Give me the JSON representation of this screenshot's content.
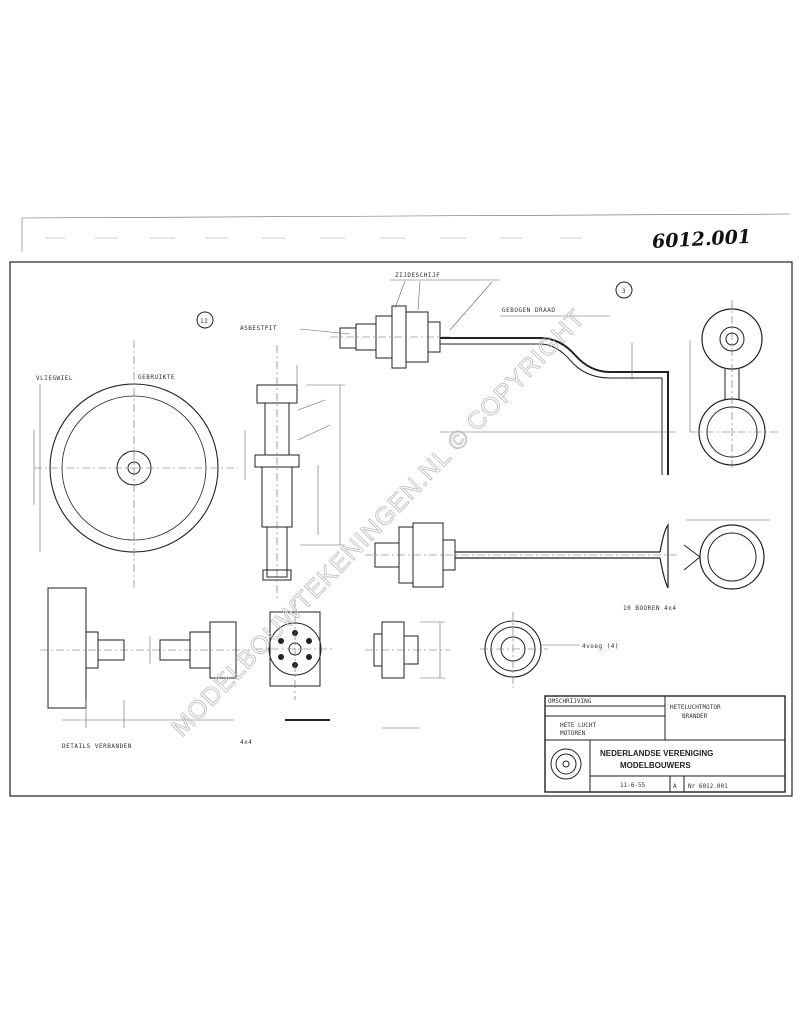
{
  "drawing_number_top": "6012.001",
  "view_numbers": [
    "12",
    "3"
  ],
  "labels": {
    "vliegwiel": "VLIEGWIEL",
    "gebruikte": "GEBRUIKTE",
    "zijdeschijf": "ZIJDESCHIJF",
    "asbestpit": "ASBESTPIT",
    "gebogen_draad": "GEBOGEN  DRAAD",
    "details_verbanden": "DETAILS  VERBANDEN",
    "aantal_10": "10 BOOREN  4x4",
    "gat_4x4": "4x4",
    "schuif": "4voeg (4)"
  },
  "title_block": {
    "row1_left": "OMSCHRIJVING",
    "desc_1": "HETE LUCHT",
    "desc_2": "MOTOREN",
    "right_top_1": "HETELUCHTMOTOR",
    "right_top_2": "BRANDER",
    "org_1": "NEDERLANDSE VERENIGING",
    "org_2": "MODELBOUWERS",
    "date": "11-6-55",
    "sheet": "A",
    "number": "Nr 6012.001"
  },
  "watermark": "MODELBOUWTEKENINGEN.NL © COPYRIGHT"
}
